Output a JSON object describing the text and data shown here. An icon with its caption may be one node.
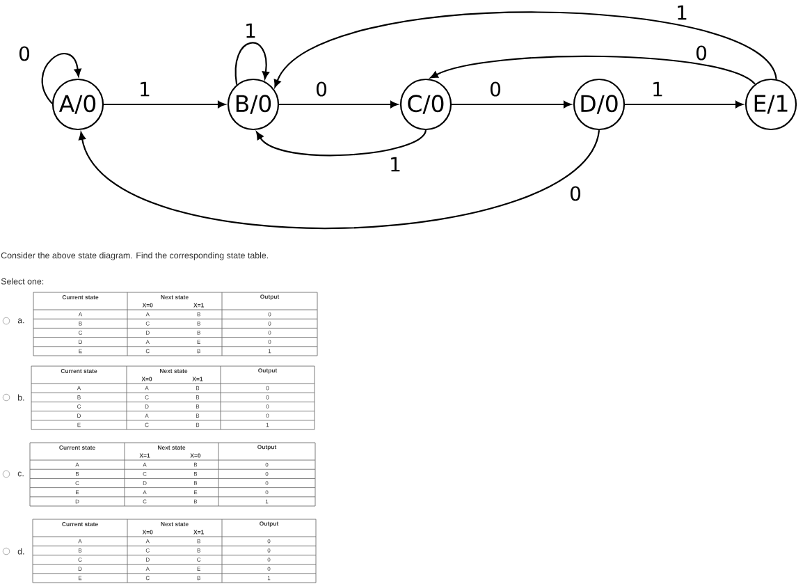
{
  "diagram": {
    "nodes": [
      {
        "text": [
          "A/0"
        ]
      },
      {
        "text": [
          "B/0"
        ]
      },
      {
        "text": [
          "C/0"
        ]
      },
      {
        "text": [
          "D/0"
        ]
      },
      {
        "text": [
          "E/1"
        ]
      }
    ],
    "edges": [
      {
        "from": 0,
        "to": 0,
        "arrow": "to",
        "label": "0"
      },
      {
        "from": 0,
        "to": 1,
        "arrow": "to",
        "label": "1"
      },
      {
        "from": 1,
        "to": 1,
        "arrow": "to",
        "label": "1"
      },
      {
        "from": 1,
        "to": 2,
        "arrow": "to",
        "label": "0"
      },
      {
        "from": 2,
        "to": 1,
        "arrow": "to",
        "label": "1"
      },
      {
        "from": 2,
        "to": 3,
        "arrow": "to",
        "label": "0"
      },
      {
        "from": 3,
        "to": 4,
        "arrow": "to",
        "label": "1"
      },
      {
        "from": 3,
        "to": 0,
        "arrow": "to",
        "label": "0"
      },
      {
        "from": 4,
        "to": 2,
        "arrow": "to",
        "label": "0"
      },
      {
        "from": 4,
        "to": 1,
        "arrow": "to",
        "label": "1"
      }
    ],
    "labels": [
      "Consider the above state diagram. Find the corresponding state table.",
      "Select one:",
      "a.",
      "Current state",
      "Next state",
      "Output",
      "X=0",
      "X=1",
      "A",
      "A",
      "B",
      "0",
      "B",
      "C",
      "B",
      "0",
      "C",
      "D",
      "B",
      "0",
      "D",
      "A",
      "E",
      "0",
      "E",
      "C",
      "B",
      "1",
      "b.",
      "Current state",
      "Next state",
      "Output",
      "X=0",
      "X=1",
      "A",
      "A",
      "B",
      "0",
      "B",
      "C",
      "B",
      "0",
      "C",
      "D",
      "B",
      "0",
      "D",
      "A",
      "B",
      "0",
      "E",
      "C",
      "B",
      "1",
      "c.",
      "Current state",
      "Next state",
      "Output",
      "X=1",
      "X=0",
      "A",
      "A",
      "B",
      "0",
      "B",
      "C",
      "B",
      "0",
      "C",
      "D",
      "B",
      "0",
      "E",
      "A",
      "E",
      "0",
      "D",
      "C",
      "B",
      "1",
      "d.",
      "Current state",
      "Next state",
      "Output",
      "X=0",
      "X=1",
      "A",
      "A",
      "B",
      "0",
      "B",
      "C",
      "B",
      "0",
      "C",
      "D",
      "C",
      "0",
      "D",
      "A",
      "E",
      "0",
      "E",
      "C",
      "B",
      "1"
    ]
  }
}
